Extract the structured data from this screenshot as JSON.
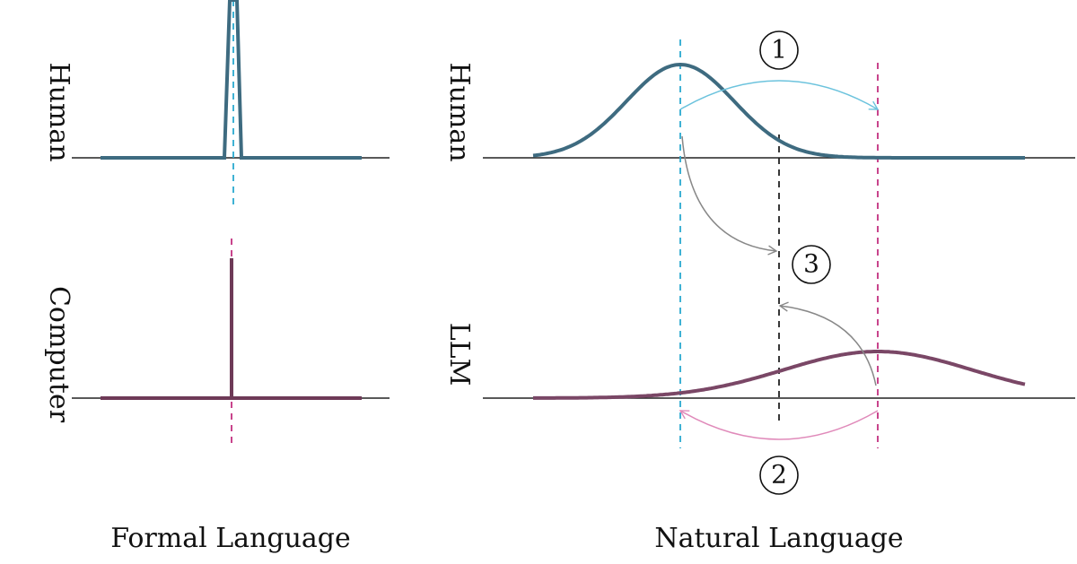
{
  "labels": {
    "left_panel": "Formal Language",
    "right_panel": "Natural Language",
    "formal_top_row": "Human",
    "formal_bottom_row": "Computer",
    "natural_top_row": "Human",
    "natural_bottom_row": "LLM"
  },
  "markers": [
    "1",
    "2",
    "3"
  ],
  "colors": {
    "human_curve": "#3e6b80",
    "computer_curve": "#6e3a57",
    "llm_curve": "#7a4766",
    "human_dashed": "#2aa9cf",
    "computer_dashed": "#c2307f",
    "middle_dashed": "#222222",
    "arrow_1": "#6cc3dd",
    "arrow_2": "#e08aba",
    "arrow_3": "#888888",
    "baseline": "#222222"
  }
}
